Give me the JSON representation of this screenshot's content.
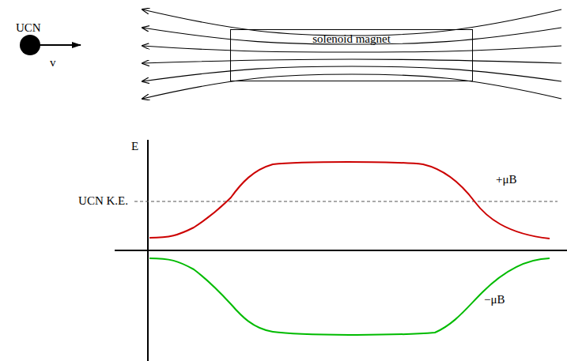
{
  "diagram": {
    "nodes": [
      {
        "text": [
          "solenoid magnet"
        ]
      }
    ],
    "labels": [
      "UCN",
      "v",
      "E",
      "UCN K.E.",
      "+μB",
      "−μB"
    ]
  }
}
